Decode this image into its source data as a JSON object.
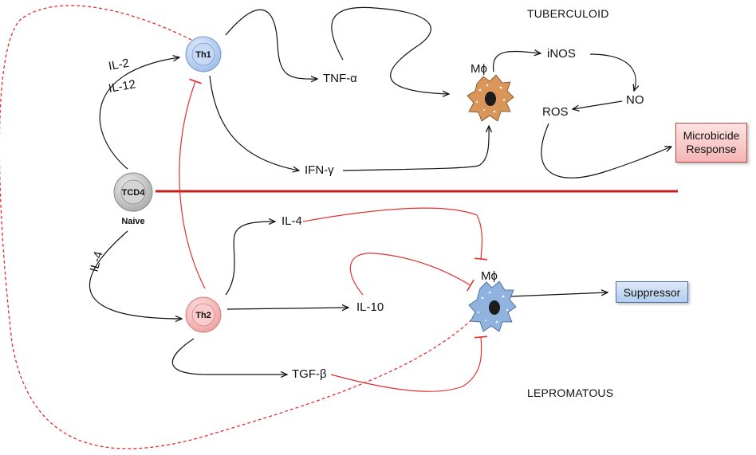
{
  "regions": {
    "tuberculoid": "TUBERCULOID",
    "lepromatous": "LEPROMATOUS"
  },
  "cells": {
    "th1": "Th1",
    "th2": "Th2",
    "tcd4": "TCD4",
    "naive_label": "Naive",
    "macrophage_top": "Mϕ",
    "macrophage_bottom": "Mϕ"
  },
  "cytokines": {
    "il2": "IL-2",
    "il12": "IL-12",
    "il4_left": "IL-4",
    "tnf": "TNF-α",
    "ifn": "IFN-γ",
    "inos": "iNOS",
    "no": "NO",
    "ros": "ROS",
    "il4": "IL-4",
    "il10": "IL-10",
    "tgf": "TGF-β"
  },
  "outcomes": {
    "microbicide": "Microbicide Response",
    "suppressor": "Suppressor"
  },
  "colors": {
    "activation": "#111111",
    "inhibition": "#e03030",
    "divider": "#c81e1e",
    "th1_fill": "#bcd3f3",
    "th2_fill": "#f6c2c2",
    "tcd4_fill": "#c8c8c8",
    "macrophage_top": "#d9955a",
    "macrophage_bottom": "#8fb2de"
  }
}
